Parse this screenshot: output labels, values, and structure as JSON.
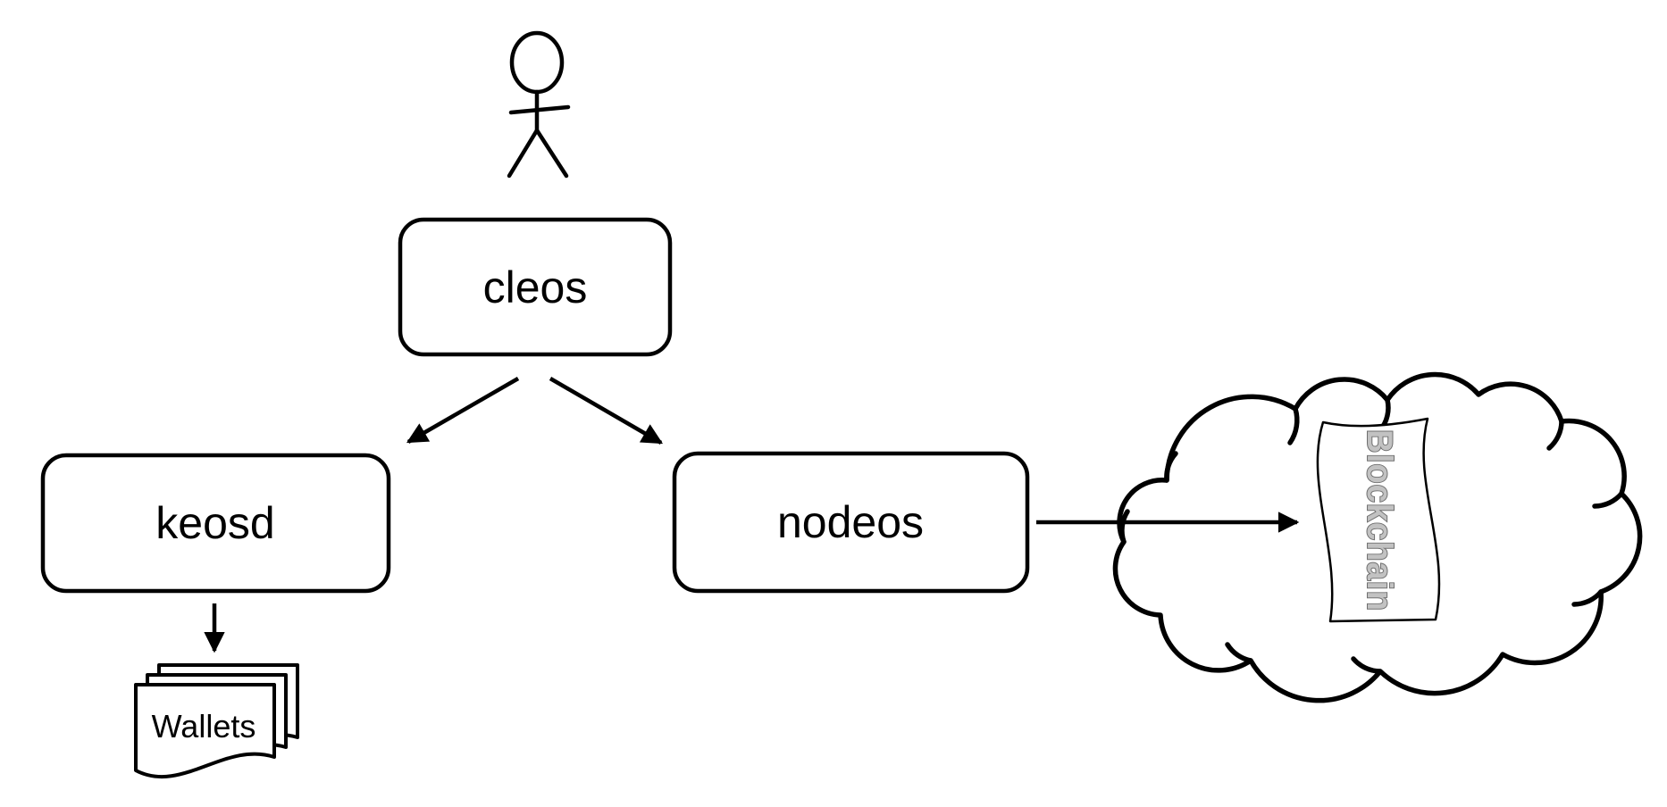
{
  "diagram": {
    "kind": "architecture-diagram",
    "background_color": "#ffffff",
    "line_color": "#000000",
    "nodes": {
      "actor": {
        "icon": "stick-figure-actor-icon"
      },
      "cleos": {
        "label": "cleos",
        "shape": "rounded-rectangle"
      },
      "keosd": {
        "label": "keosd",
        "shape": "rounded-rectangle"
      },
      "nodeos": {
        "label": "nodeos",
        "shape": "rounded-rectangle"
      },
      "wallets": {
        "label": "Wallets",
        "shape": "document-stack",
        "pages": 3
      },
      "blockchain": {
        "label": "Blockchain",
        "shape": "scroll-inside-cloud",
        "text_fill": "#c2c2c2",
        "text_outline": "#6f6f6f"
      }
    },
    "connections": [
      {
        "from": "cleos",
        "to": "keosd",
        "type": "arrow"
      },
      {
        "from": "cleos",
        "to": "nodeos",
        "type": "arrow"
      },
      {
        "from": "keosd",
        "to": "wallets",
        "type": "arrow"
      },
      {
        "from": "nodeos",
        "to": "blockchain",
        "type": "arrow"
      }
    ]
  }
}
